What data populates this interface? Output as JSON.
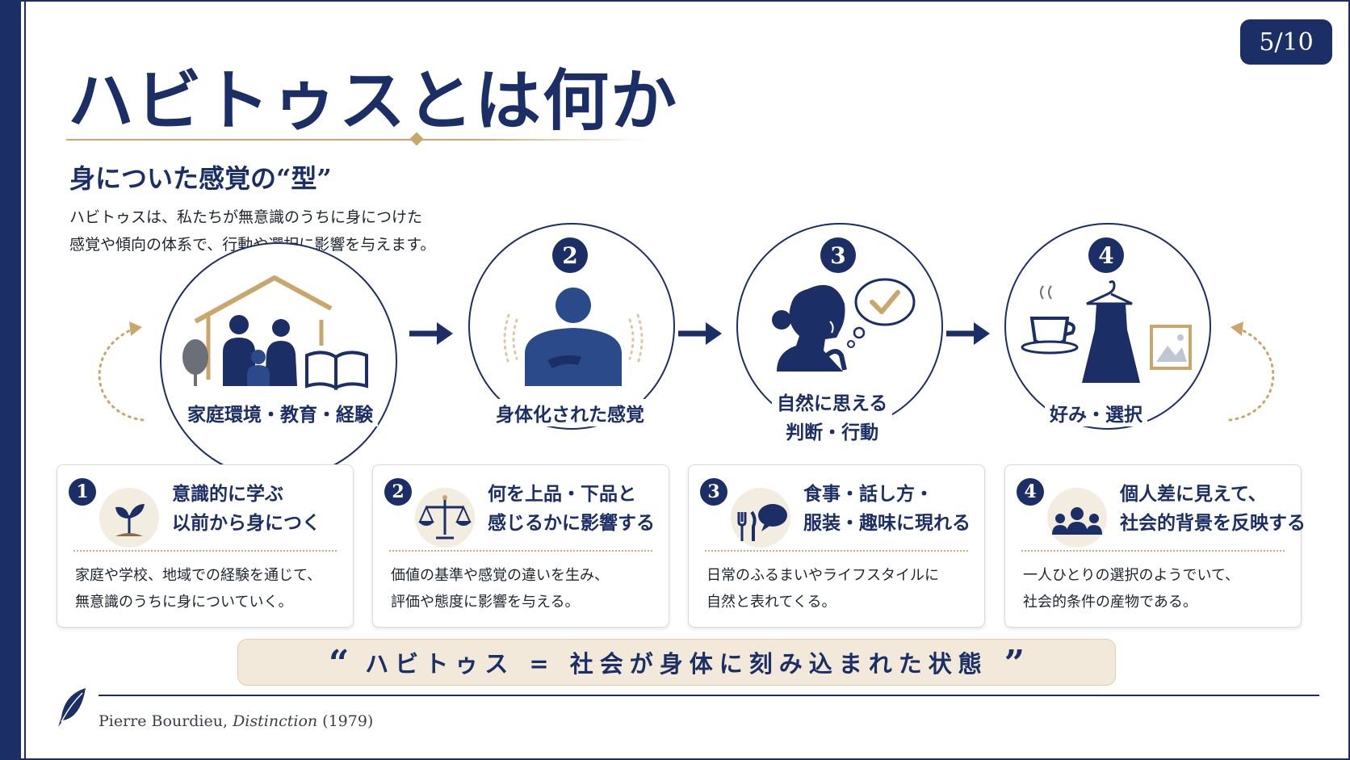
{
  "page_badge": "5/10",
  "title": "ハビトゥスとは何か",
  "subtitle": "身についた感覚の“型”",
  "intro": [
    "ハビトゥスは、私たちが無意識のうちに身につけた",
    "感覚や傾向の体系で、行動や選択に影響を与えます。"
  ],
  "flow": [
    {
      "label": "家庭環境・教育・経験",
      "icon": "house-family-book-icon"
    },
    {
      "number": "2",
      "label": "身体化された感覚",
      "icon": "person-hand-on-chest-icon"
    },
    {
      "number": "3",
      "label_lines": [
        "自然に思える",
        "判断・行動"
      ],
      "icon": "thinking-woman-check-icon"
    },
    {
      "number": "4",
      "label": "好み・選択",
      "icon": "coffee-dress-picture-icon"
    }
  ],
  "cards": [
    {
      "number": "1",
      "title_lines": [
        "意識的に学ぶ",
        "以前から身につく"
      ],
      "icon": "sprout-icon",
      "body_lines": [
        "家庭や学校、地域での経験を通じて、",
        "無意識のうちに身についていく。"
      ]
    },
    {
      "number": "2",
      "title_lines": [
        "何を上品・下品と",
        "感じるかに影響する"
      ],
      "icon": "scales-icon",
      "body_lines": [
        "価値の基準や感覚の違いを生み、",
        "評価や態度に影響を与える。"
      ]
    },
    {
      "number": "3",
      "title_lines": [
        "食事・話し方・",
        "服装・趣味に現れる"
      ],
      "icon": "fork-knife-speech-icon",
      "body_lines": [
        "日常のふるまいやライフスタイルに",
        "自然と表れてくる。"
      ]
    },
    {
      "number": "4",
      "title_lines": [
        "個人差に見えて、",
        "社会的背景を反映する"
      ],
      "icon": "people-group-icon",
      "body_lines": [
        "一人ひとりの選択のようでいて、",
        "社会的条件の産物である。"
      ]
    }
  ],
  "quote": {
    "open": "“",
    "text": "ハビトゥス = 社会が身体に刻み込まれた状態",
    "close": "”"
  },
  "citation": {
    "author": "Pierre Bourdieu, ",
    "work": "Distinction",
    "year": " (1979)"
  },
  "colors": {
    "navy": "#1b2f66",
    "gold": "#c9a66b",
    "beige": "#f2e9da"
  }
}
